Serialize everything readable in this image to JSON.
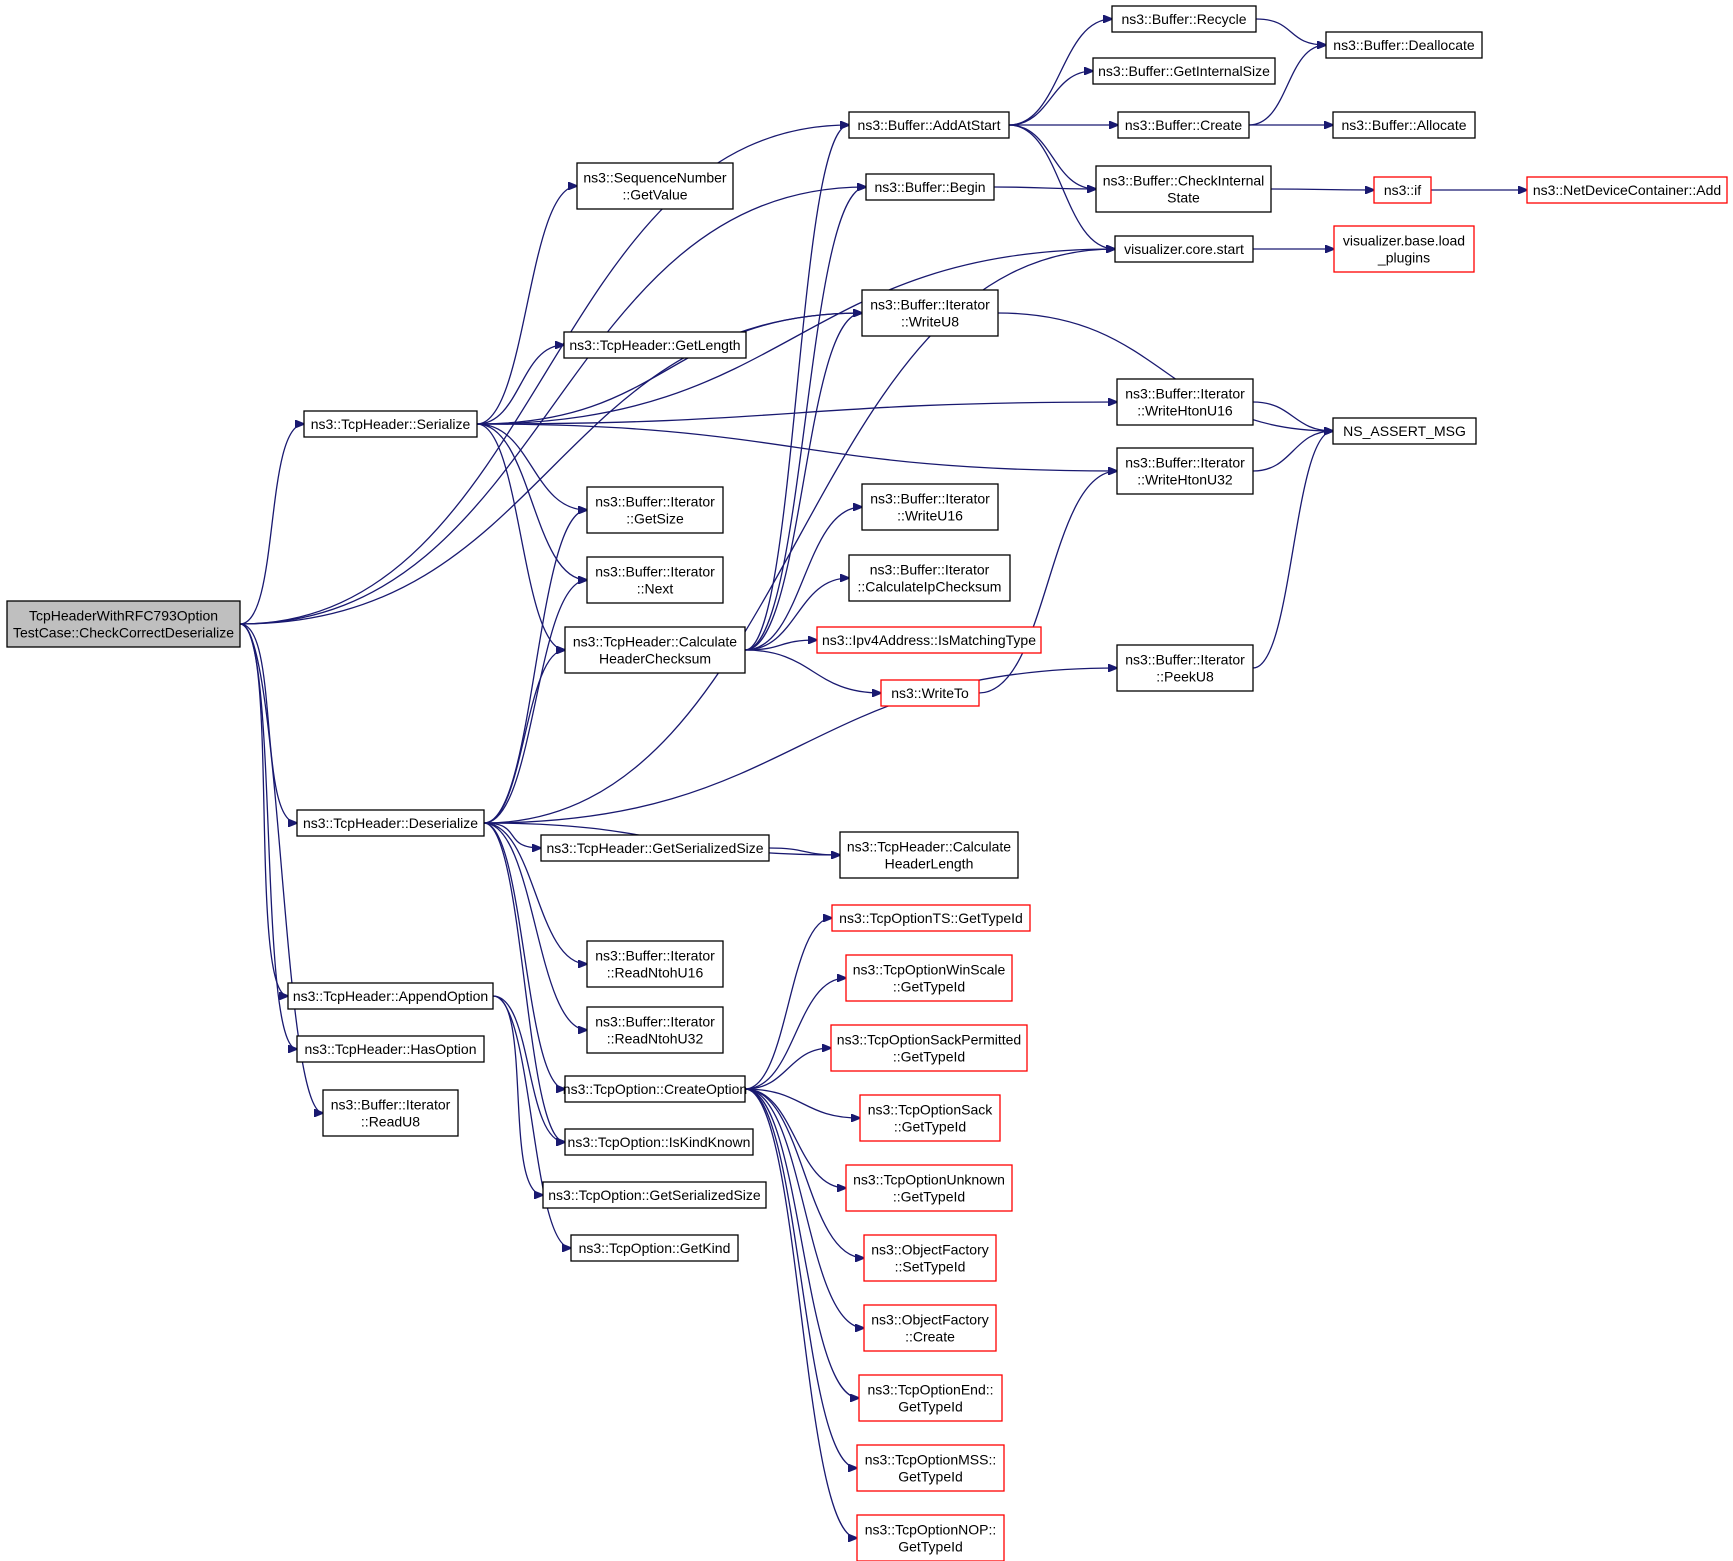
{
  "colors": {
    "edge": "#191970",
    "root_fill": "#bfbfbf",
    "red_border": "#ff0000"
  },
  "nodes": [
    {
      "id": "root",
      "lines": [
        "TcpHeaderWithRFC793Option",
        "TestCase::CheckCorrectDeserialize"
      ]
    },
    {
      "id": "serialize",
      "lines": [
        "ns3::TcpHeader::Serialize"
      ]
    },
    {
      "id": "deserialize",
      "lines": [
        "ns3::TcpHeader::Deserialize"
      ]
    },
    {
      "id": "appendoption",
      "lines": [
        "ns3::TcpHeader::AppendOption"
      ]
    },
    {
      "id": "hasoption",
      "lines": [
        "ns3::TcpHeader::HasOption"
      ]
    },
    {
      "id": "readu8",
      "lines": [
        "ns3::Buffer::Iterator",
        "::ReadU8"
      ]
    },
    {
      "id": "seqgetvalue",
      "lines": [
        "ns3::SequenceNumber",
        "::GetValue"
      ]
    },
    {
      "id": "getlength",
      "lines": [
        "ns3::TcpHeader::GetLength"
      ]
    },
    {
      "id": "getsize",
      "lines": [
        "ns3::Buffer::Iterator",
        "::GetSize"
      ]
    },
    {
      "id": "next",
      "lines": [
        "ns3::Buffer::Iterator",
        "::Next"
      ]
    },
    {
      "id": "calcchecksum",
      "lines": [
        "ns3::TcpHeader::Calculate",
        "HeaderChecksum"
      ]
    },
    {
      "id": "getserializedsize",
      "lines": [
        "ns3::TcpHeader::GetSerializedSize"
      ]
    },
    {
      "id": "readntohu16",
      "lines": [
        "ns3::Buffer::Iterator",
        "::ReadNtohU16"
      ]
    },
    {
      "id": "readntohu32",
      "lines": [
        "ns3::Buffer::Iterator",
        "::ReadNtohU32"
      ]
    },
    {
      "id": "createoption",
      "lines": [
        "ns3::TcpOption::CreateOption"
      ]
    },
    {
      "id": "iskindknown",
      "lines": [
        "ns3::TcpOption::IsKindKnown"
      ]
    },
    {
      "id": "optserializedsize",
      "lines": [
        "ns3::TcpOption::GetSerializedSize"
      ]
    },
    {
      "id": "getkind",
      "lines": [
        "ns3::TcpOption::GetKind"
      ]
    },
    {
      "id": "addatstart",
      "lines": [
        "ns3::Buffer::AddAtStart"
      ]
    },
    {
      "id": "begin",
      "lines": [
        "ns3::Buffer::Begin"
      ]
    },
    {
      "id": "writeu8",
      "lines": [
        "ns3::Buffer::Iterator",
        "::WriteU8"
      ]
    },
    {
      "id": "writeu16",
      "lines": [
        "ns3::Buffer::Iterator",
        "::WriteU16"
      ]
    },
    {
      "id": "calcipchecksum",
      "lines": [
        "ns3::Buffer::Iterator",
        "::CalculateIpChecksum"
      ]
    },
    {
      "id": "ismatchingtype",
      "lines": [
        "ns3::Ipv4Address::IsMatchingType"
      ]
    },
    {
      "id": "writeto",
      "lines": [
        "ns3::WriteTo"
      ]
    },
    {
      "id": "calcheaderlength",
      "lines": [
        "ns3::TcpHeader::Calculate",
        "HeaderLength"
      ]
    },
    {
      "id": "tsgettypeid",
      "lines": [
        "ns3::TcpOptionTS::GetTypeId"
      ]
    },
    {
      "id": "winscalegettypeid",
      "lines": [
        "ns3::TcpOptionWinScale",
        "::GetTypeId"
      ]
    },
    {
      "id": "sackpermgettypeid",
      "lines": [
        "ns3::TcpOptionSackPermitted",
        "::GetTypeId"
      ]
    },
    {
      "id": "sackgettypeid",
      "lines": [
        "ns3::TcpOptionSack",
        "::GetTypeId"
      ]
    },
    {
      "id": "unknowngettypeid",
      "lines": [
        "ns3::TcpOptionUnknown",
        "::GetTypeId"
      ]
    },
    {
      "id": "ofsettypeid",
      "lines": [
        "ns3::ObjectFactory",
        "::SetTypeId"
      ]
    },
    {
      "id": "ofcreate",
      "lines": [
        "ns3::ObjectFactory",
        "::Create"
      ]
    },
    {
      "id": "endgettypeid",
      "lines": [
        "ns3::TcpOptionEnd::",
        "GetTypeId"
      ]
    },
    {
      "id": "mssgettypeid",
      "lines": [
        "ns3::TcpOptionMSS::",
        "GetTypeId"
      ]
    },
    {
      "id": "nopgettypeid",
      "lines": [
        "ns3::TcpOptionNOP::",
        "GetTypeId"
      ]
    },
    {
      "id": "recycle",
      "lines": [
        "ns3::Buffer::Recycle"
      ]
    },
    {
      "id": "getinternalsize",
      "lines": [
        "ns3::Buffer::GetInternalSize"
      ]
    },
    {
      "id": "bufcreate",
      "lines": [
        "ns3::Buffer::Create"
      ]
    },
    {
      "id": "checkinternal",
      "lines": [
        "ns3::Buffer::CheckInternal",
        "State"
      ]
    },
    {
      "id": "vizstart",
      "lines": [
        "visualizer.core.start"
      ]
    },
    {
      "id": "writehtonu16",
      "lines": [
        "ns3::Buffer::Iterator",
        "::WriteHtonU16"
      ]
    },
    {
      "id": "writehtonu32",
      "lines": [
        "ns3::Buffer::Iterator",
        "::WriteHtonU32"
      ]
    },
    {
      "id": "peeku8",
      "lines": [
        "ns3::Buffer::Iterator",
        "::PeekU8"
      ]
    },
    {
      "id": "deallocate",
      "lines": [
        "ns3::Buffer::Deallocate"
      ]
    },
    {
      "id": "allocate",
      "lines": [
        "ns3::Buffer::Allocate"
      ]
    },
    {
      "id": "nsif",
      "lines": [
        "ns3::if"
      ]
    },
    {
      "id": "loadplugins",
      "lines": [
        "visualizer.base.load",
        "_plugins"
      ]
    },
    {
      "id": "nsassert",
      "lines": [
        "NS_ASSERT_MSG"
      ]
    },
    {
      "id": "ndcadd",
      "lines": [
        "ns3::NetDeviceContainer::Add"
      ]
    }
  ],
  "edges": [
    [
      "root",
      "serialize"
    ],
    [
      "root",
      "deserialize"
    ],
    [
      "root",
      "appendoption"
    ],
    [
      "root",
      "hasoption"
    ],
    [
      "root",
      "readu8"
    ],
    [
      "root",
      "addatstart"
    ],
    [
      "root",
      "begin"
    ],
    [
      "root",
      "writeu8"
    ],
    [
      "serialize",
      "seqgetvalue"
    ],
    [
      "serialize",
      "getlength"
    ],
    [
      "serialize",
      "getsize"
    ],
    [
      "serialize",
      "next"
    ],
    [
      "serialize",
      "calcchecksum"
    ],
    [
      "serialize",
      "writeu8"
    ],
    [
      "serialize",
      "vizstart"
    ],
    [
      "serialize",
      "writehtonu16"
    ],
    [
      "serialize",
      "writehtonu32"
    ],
    [
      "deserialize",
      "getsize"
    ],
    [
      "deserialize",
      "next"
    ],
    [
      "deserialize",
      "calcchecksum"
    ],
    [
      "deserialize",
      "getserializedsize"
    ],
    [
      "deserialize",
      "calcheaderlength"
    ],
    [
      "deserialize",
      "readntohu16"
    ],
    [
      "deserialize",
      "readntohu32"
    ],
    [
      "deserialize",
      "createoption"
    ],
    [
      "deserialize",
      "iskindknown"
    ],
    [
      "deserialize",
      "vizstart"
    ],
    [
      "deserialize",
      "peeku8"
    ],
    [
      "appendoption",
      "iskindknown"
    ],
    [
      "appendoption",
      "optserializedsize"
    ],
    [
      "appendoption",
      "getkind"
    ],
    [
      "calcchecksum",
      "addatstart"
    ],
    [
      "calcchecksum",
      "begin"
    ],
    [
      "calcchecksum",
      "writeu8"
    ],
    [
      "calcchecksum",
      "writeu16"
    ],
    [
      "calcchecksum",
      "calcipchecksum"
    ],
    [
      "calcchecksum",
      "ismatchingtype"
    ],
    [
      "calcchecksum",
      "writeto"
    ],
    [
      "getserializedsize",
      "calcheaderlength"
    ],
    [
      "createoption",
      "tsgettypeid"
    ],
    [
      "createoption",
      "winscalegettypeid"
    ],
    [
      "createoption",
      "sackpermgettypeid"
    ],
    [
      "createoption",
      "sackgettypeid"
    ],
    [
      "createoption",
      "unknowngettypeid"
    ],
    [
      "createoption",
      "ofsettypeid"
    ],
    [
      "createoption",
      "ofcreate"
    ],
    [
      "createoption",
      "endgettypeid"
    ],
    [
      "createoption",
      "mssgettypeid"
    ],
    [
      "createoption",
      "nopgettypeid"
    ],
    [
      "addatstart",
      "recycle"
    ],
    [
      "addatstart",
      "getinternalsize"
    ],
    [
      "addatstart",
      "bufcreate"
    ],
    [
      "addatstart",
      "checkinternal"
    ],
    [
      "addatstart",
      "vizstart"
    ],
    [
      "begin",
      "checkinternal"
    ],
    [
      "recycle",
      "deallocate"
    ],
    [
      "bufcreate",
      "deallocate"
    ],
    [
      "bufcreate",
      "allocate"
    ],
    [
      "checkinternal",
      "nsif"
    ],
    [
      "nsif",
      "ndcadd"
    ],
    [
      "vizstart",
      "loadplugins"
    ],
    [
      "writeu8",
      "nsassert"
    ],
    [
      "writehtonu16",
      "nsassert"
    ],
    [
      "writehtonu32",
      "nsassert"
    ],
    [
      "peeku8",
      "nsassert"
    ],
    [
      "writeto",
      "writehtonu32"
    ]
  ]
}
